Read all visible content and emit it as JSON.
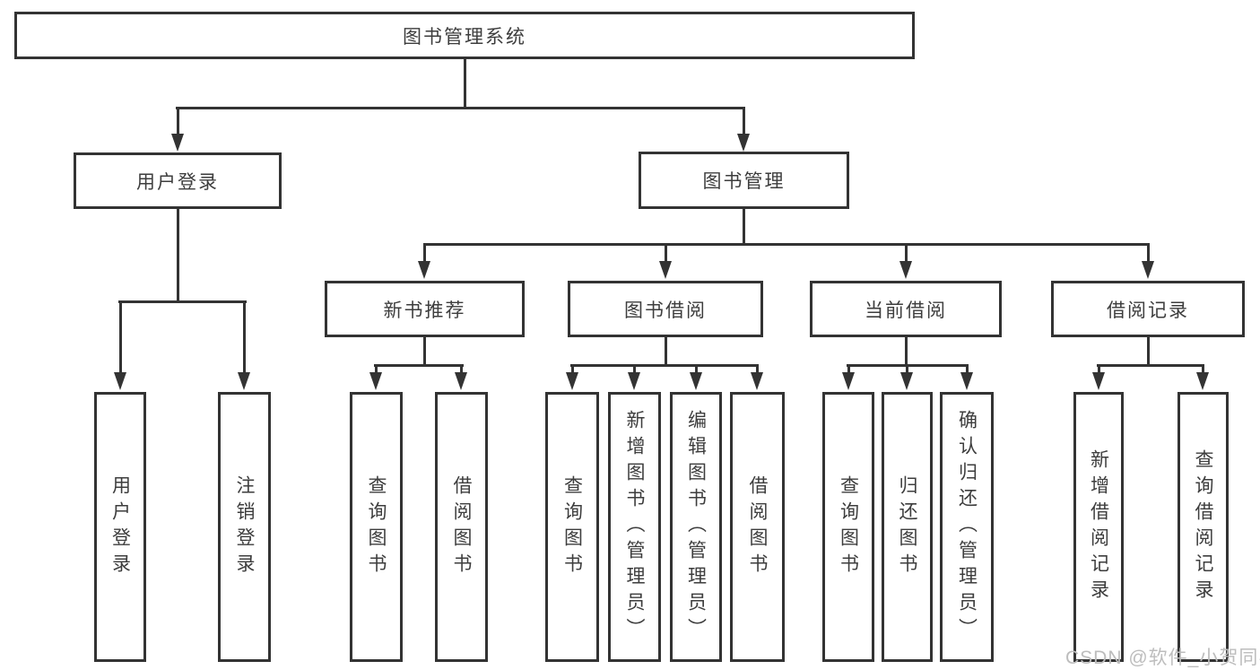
{
  "tree": {
    "root": "图书管理系统",
    "level2": [
      "用户登录",
      "图书管理"
    ],
    "level3": [
      "新书推荐",
      "图书借阅",
      "当前借阅",
      "借阅记录"
    ],
    "leaves_user_login": [
      "用户登录",
      "注销登录"
    ],
    "leaves_new_book": [
      "查询图书",
      "借阅图书"
    ],
    "leaves_book_borrow": [
      "查询图书",
      "新增图书（管理员）",
      "编辑图书（管理员）",
      "借阅图书"
    ],
    "leaves_current_borrow": [
      "查询图书",
      "归还图书",
      "确认归还（管理员）"
    ],
    "leaves_borrow_record": [
      "新增借阅记录",
      "查询借阅记录"
    ]
  },
  "watermark": "CSDN @软件_小贺同学",
  "colors": {
    "line": "#333333",
    "text": "#3d3d3d",
    "watermark": "#bdbdbd",
    "background": "#ffffff"
  }
}
